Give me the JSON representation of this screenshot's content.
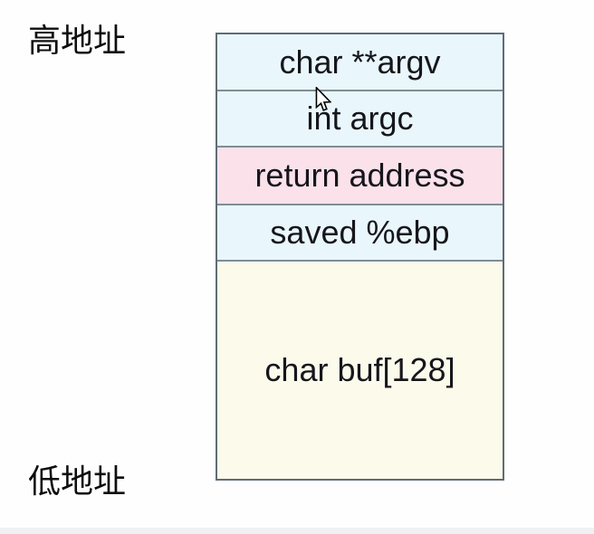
{
  "labels": {
    "high_address": "高地址",
    "low_address": "低地址"
  },
  "stack": {
    "description": "process stack memory layout, high address on top",
    "cells": [
      {
        "label": "char **argv",
        "bg": "#e9f7fc"
      },
      {
        "label": "int argc",
        "bg": "#e9f7fc"
      },
      {
        "label": "return address",
        "bg": "#fbe2ea"
      },
      {
        "label": "saved %ebp",
        "bg": "#e9f7fc"
      },
      {
        "label": "char buf[128]",
        "bg": "#fbfaeb"
      }
    ]
  },
  "cursor": {
    "icon": "arrow-pointer-icon"
  },
  "colors": {
    "frame_border": "#5f6c76",
    "divider": "#7f8d98",
    "cell_text": "#16161c",
    "label_text": "#0d0d0d",
    "background": "#fefefe",
    "bottom_strip": "#eff2f3"
  }
}
